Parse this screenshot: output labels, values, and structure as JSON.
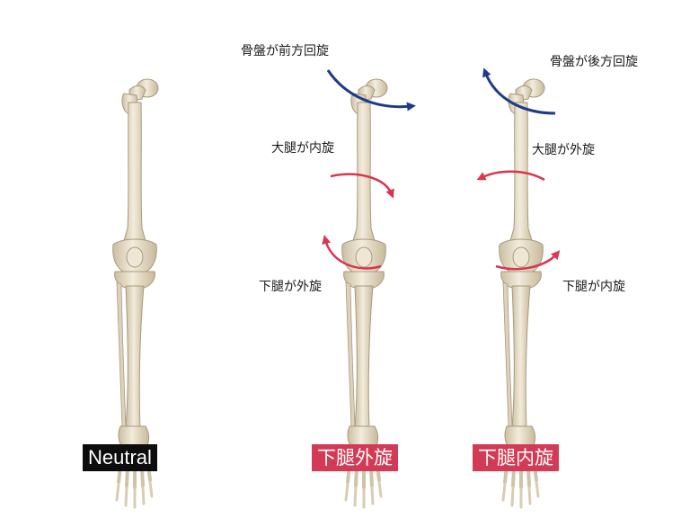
{
  "colors": {
    "bone_fill": "#ece4d2",
    "bone_shade": "#cfc3a8",
    "bone_stroke": "#a89a7e",
    "pelvis_arrow": "#1f3a8a",
    "leg_arrow": "#d9364f",
    "neutral_label_bg": "#0d0d0d",
    "rotation_label_bg": "#d33a55"
  },
  "figures": [
    {
      "id": "neutral",
      "caption": "Neutral",
      "labels": []
    },
    {
      "id": "lower-leg-external",
      "caption": "下腿外旋",
      "labels": {
        "pelvis": "骨盤が前方回旋",
        "thigh": "大腿が内旋",
        "lower_leg": "下腿が外旋"
      }
    },
    {
      "id": "lower-leg-internal",
      "caption": "下腿内旋",
      "labels": {
        "pelvis": "骨盤が後方回旋",
        "thigh": "大腿が外旋",
        "lower_leg": "下腿が内旋"
      }
    }
  ]
}
